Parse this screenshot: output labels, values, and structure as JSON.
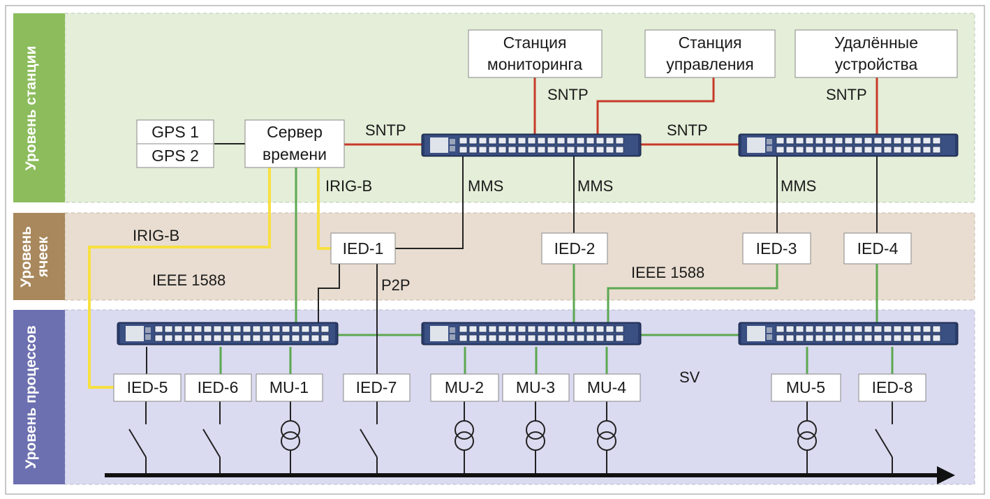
{
  "levels": {
    "station": "Уровень станции",
    "bay_line1": "Уровень",
    "bay_line2": "ячеек",
    "process": "Уровень процессов"
  },
  "boxes": {
    "gps1": "GPS 1",
    "gps2": "GPS 2",
    "server_l1": "Сервер",
    "server_l2": "времени",
    "monitor_l1": "Станция",
    "monitor_l2": "мониторинга",
    "control_l1": "Станция",
    "control_l2": "управления",
    "remote_l1": "Удалённые",
    "remote_l2": "устройства",
    "ied1": "IED-1",
    "ied2": "IED-2",
    "ied3": "IED-3",
    "ied4": "IED-4",
    "ied5": "IED-5",
    "ied6": "IED-6",
    "ied7": "IED-7",
    "ied8": "IED-8",
    "mu1": "MU-1",
    "mu2": "MU-2",
    "mu3": "MU-3",
    "mu4": "MU-4",
    "mu5": "MU-5"
  },
  "labels": {
    "sntp": "SNTP",
    "mms": "MMS",
    "irigb": "IRIG-B",
    "ieee1588": "IEEE 1588",
    "p2p": "P2P",
    "sv": "SV"
  },
  "colors": {
    "station_bg": "#e4eed8",
    "station_side": "#8cbc5c",
    "bay_bg": "#e8ddd0",
    "bay_side": "#a8885c",
    "process_bg": "#dadaf0",
    "process_side": "#6c70b0",
    "sntp_line": "#c83a2a",
    "irig_line": "#f8e040",
    "ptp_line": "#5ca850",
    "mms_line": "#222222",
    "switch_body": "#2a3d6c"
  }
}
